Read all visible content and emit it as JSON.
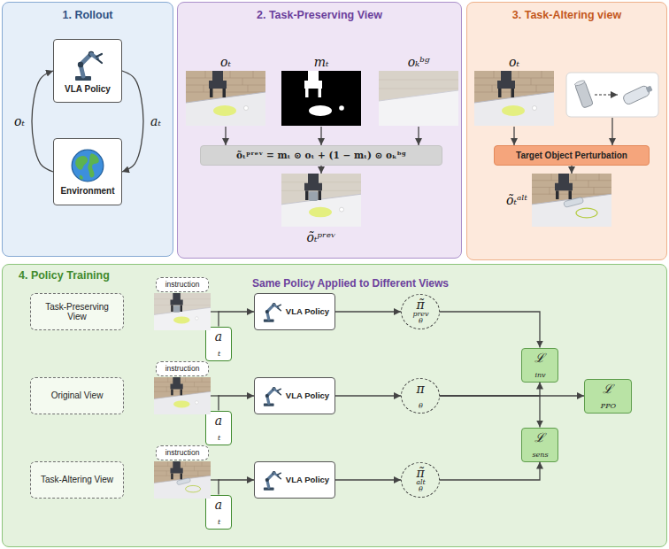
{
  "diagram": {
    "nodes": [
      {
        "text": [
          "1. Rollout"
        ]
      },
      {
        "text": [
          "VLA Policy"
        ],
        "in": 0
      },
      {
        "text": [
          "Environment"
        ],
        "in": 0
      },
      {
        "text": [
          "2. Task-Preserving View"
        ]
      },
      {
        "text": [
          "õₜᵖʳᵉᵛ = mₜ ⊙ oₜ + (1 − mₜ) ⊙ oₖᵇᵍ"
        ],
        "in": 3
      },
      {
        "text": [
          "3. Task-Altering view"
        ]
      },
      {
        "text": [
          "Target Object Perturbation"
        ],
        "in": 5
      },
      {
        "text": [
          "4. Policy Training",
          "Same Policy Applied to Different Views"
        ]
      },
      {
        "text": [
          "Task-Preserving View"
        ],
        "in": 7
      },
      {
        "text": [
          "instruction"
        ],
        "in": 7
      },
      {
        "text": [
          "a",
          "t"
        ],
        "in": 7
      },
      {
        "text": [
          "VLA Policy"
        ],
        "in": 7
      },
      {
        "text": [
          "π̃",
          "prev",
          "θ"
        ],
        "in": 7
      },
      {
        "text": [
          "ℒ",
          "inv"
        ],
        "in": 7
      },
      {
        "text": [
          "Original View"
        ],
        "in": 7
      },
      {
        "text": [
          "instruction"
        ],
        "in": 7
      },
      {
        "text": [
          "a",
          "t"
        ],
        "in": 7
      },
      {
        "text": [
          "VLA Policy"
        ],
        "in": 7
      },
      {
        "text": [
          "π",
          "θ"
        ],
        "in": 7
      },
      {
        "text": [
          "ℒ",
          "PPO"
        ],
        "in": 7
      },
      {
        "text": [
          "Task-Altering View"
        ],
        "in": 7
      },
      {
        "text": [
          "instruction"
        ],
        "in": 7
      },
      {
        "text": [
          "a",
          "t"
        ],
        "in": 7
      },
      {
        "text": [
          "VLA Policy"
        ],
        "in": 7
      },
      {
        "text": [
          "π̃",
          "alt",
          "θ"
        ],
        "in": 7
      },
      {
        "text": [
          "ℒ",
          "sens"
        ],
        "in": 7
      }
    ],
    "edges": [
      {
        "from": 1,
        "to": 2,
        "label": "aₜ",
        "arrow": "to"
      },
      {
        "from": 2,
        "to": 1,
        "label": "oₜ",
        "arrow": "to"
      },
      {
        "from": 10,
        "to": 11,
        "arrow": "to"
      },
      {
        "from": 11,
        "to": 12,
        "arrow": "to"
      },
      {
        "from": 12,
        "to": 13,
        "arrow": "to"
      },
      {
        "from": 16,
        "to": 17,
        "arrow": "to"
      },
      {
        "from": 17,
        "to": 18,
        "arrow": "to"
      },
      {
        "from": 18,
        "to": 13,
        "arrow": "to"
      },
      {
        "from": 18,
        "to": 19,
        "arrow": "to"
      },
      {
        "from": 18,
        "to": 25,
        "arrow": "to"
      },
      {
        "from": 22,
        "to": 23,
        "arrow": "to"
      },
      {
        "from": 23,
        "to": 24,
        "arrow": "to"
      },
      {
        "from": 24,
        "to": 25,
        "arrow": "to"
      }
    ],
    "labels": [
      "oₜ",
      "mₜ",
      "oₖᵇᵍ",
      "õₜᵖʳᵉᵛ",
      "oₜ",
      "õₜᵃˡᵗ"
    ]
  }
}
